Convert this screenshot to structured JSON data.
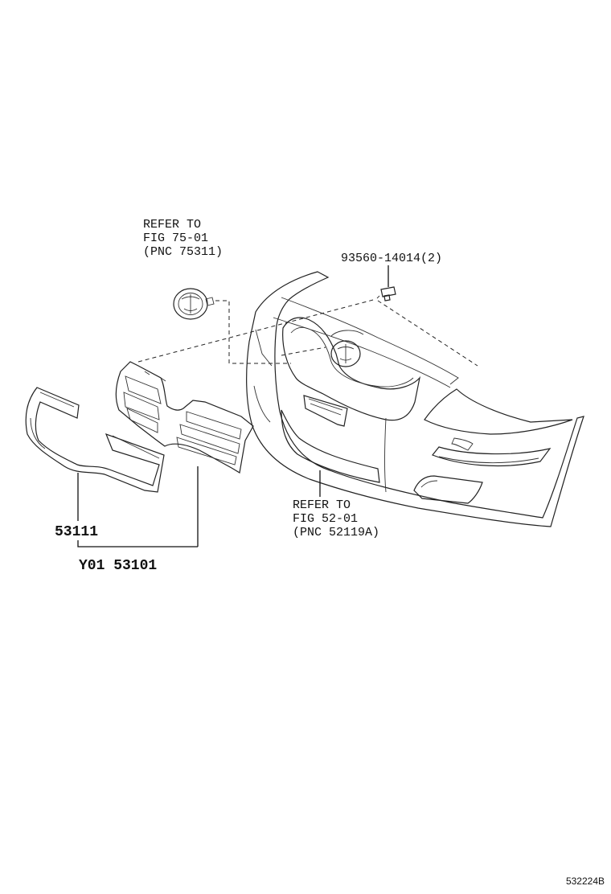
{
  "refs": {
    "emblem": [
      "REFER TO",
      "FIG 75-01",
      "(PNC 75311)"
    ],
    "bumper": [
      "REFER TO",
      "FIG 52-01",
      "(PNC 52119A)"
    ]
  },
  "parts": {
    "clip": "93560-14014(2)",
    "molding": "53111",
    "grille": "Y01 53101"
  },
  "figure_id": "532224B"
}
